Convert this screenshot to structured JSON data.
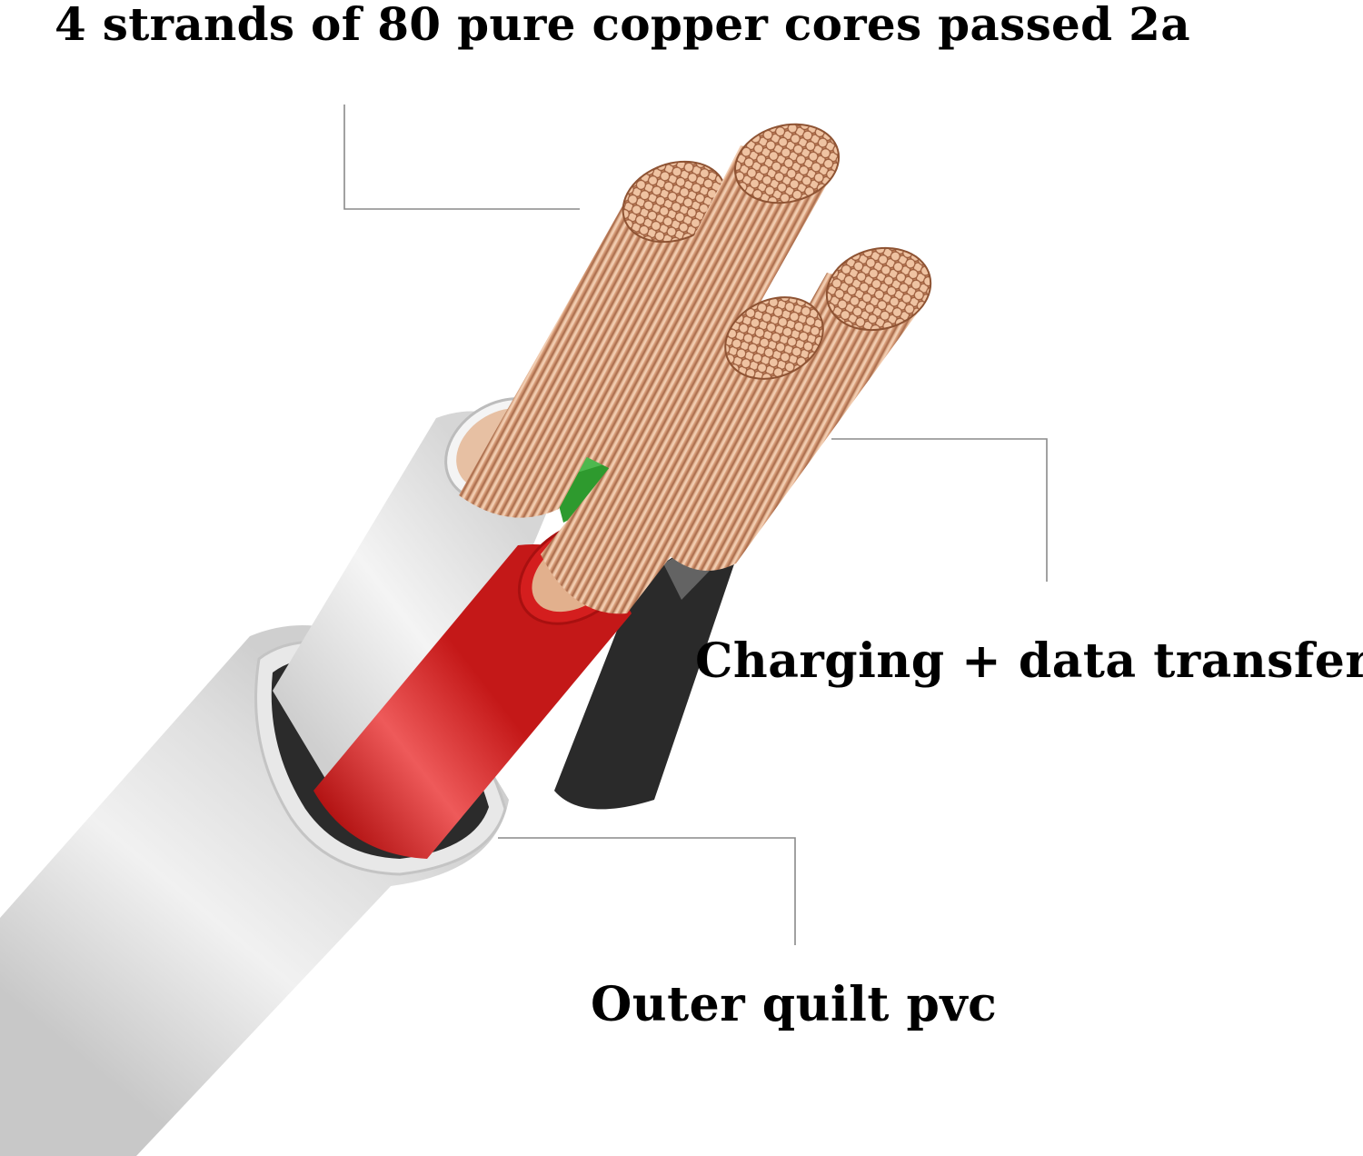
{
  "labels": {
    "cores": "4 strands of 80 pure copper cores passed 2a",
    "function": "Charging + data transfer",
    "jacket": "Outer quilt pvc"
  },
  "colors": {
    "background": "#ffffff",
    "text": "#000000",
    "jacket": "#dcdcdc",
    "inner_sheath": "#e4e4e4",
    "copper": "#d9a07a",
    "copper_dark": "#a96a45",
    "red_wire": "#d41e1e",
    "green_wire": "#2e9a2e",
    "black_wire": "#2a2a2a",
    "leader_line": "#8a8a8a"
  }
}
